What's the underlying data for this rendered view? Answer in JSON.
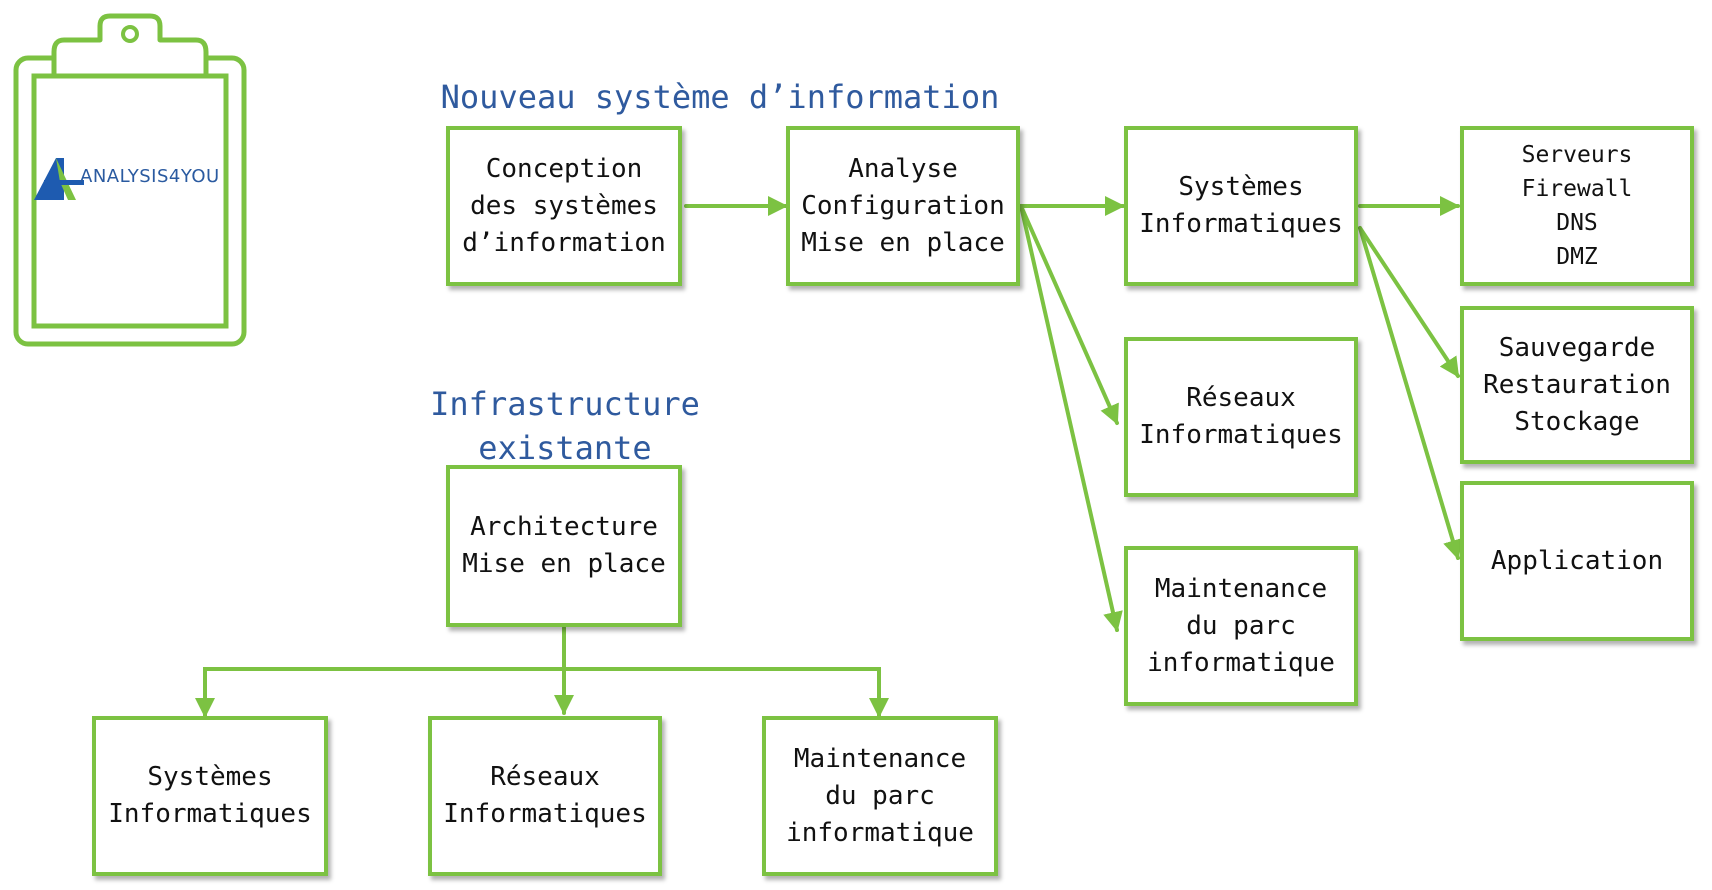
{
  "colors": {
    "accent": "#7cc242",
    "heading": "#2f5a9e",
    "text": "#111111",
    "logo": "#2a5aa0"
  },
  "logo": {
    "text": "ANALYSIS4YOU",
    "icon": "clipboard-icon"
  },
  "headings": {
    "new_system": "Nouveau système d’information",
    "infrastructure": [
      "Infrastructure",
      "existante"
    ]
  },
  "new_system": {
    "conception": [
      "Conception",
      "des systèmes",
      "d’information"
    ],
    "analyse": [
      "Analyse",
      "Configuration",
      "Mise en place"
    ],
    "systemes": [
      "Systèmes",
      "Informatiques"
    ],
    "reseaux": [
      "Réseaux",
      "Informatiques"
    ],
    "maintenance": [
      "Maintenance",
      "du parc",
      "informatique"
    ],
    "serveurs": [
      "Serveurs",
      "Firewall",
      "DNS",
      "DMZ"
    ],
    "sauvegarde": [
      "Sauvegarde",
      "Restauration",
      "Stockage"
    ],
    "application": [
      "Application"
    ]
  },
  "infrastructure": {
    "architecture": [
      "Architecture",
      "Mise en place"
    ],
    "systemes": [
      "Systèmes",
      "Informatiques"
    ],
    "reseaux": [
      "Réseaux",
      "Informatiques"
    ],
    "maintenance": [
      "Maintenance",
      "du parc",
      "informatique"
    ]
  }
}
